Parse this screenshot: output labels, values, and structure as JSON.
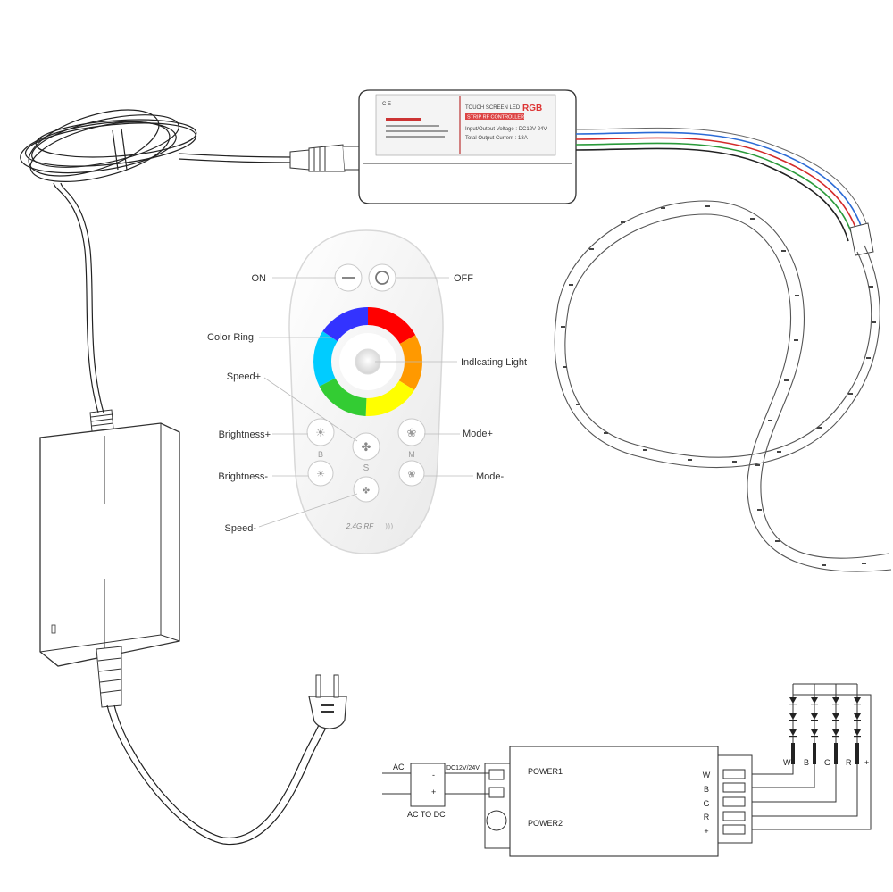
{
  "remote": {
    "labels": {
      "on": "ON",
      "off": "OFF",
      "color_ring": "Color Ring",
      "indicating_light": "Indlcating Light",
      "speed_plus": "Speed+",
      "brightness_plus": "Brightness+",
      "mode_plus": "Mode+",
      "brightness_minus": "Brightness-",
      "mode_minus": "Mode-",
      "speed_minus": "Speed-"
    },
    "button_letters": {
      "b": "B",
      "s": "S",
      "m": "M"
    },
    "brand": "2.4G RF"
  },
  "controller_box": {
    "title_line": "TOUCH SCREEN LED",
    "title_rgb": "RGB",
    "subtitle": "STRIP RF CONTROLLER",
    "voltage": "Input/Output Voltage : DC12V-24V",
    "current": "Total Output Current : 18A"
  },
  "schematic": {
    "ac": "AC",
    "ac_to_dc": "AC TO DC",
    "dc_label": "DC12V/24V",
    "minus": "-",
    "plus": "+",
    "power1": "POWER1",
    "power2": "POWER2",
    "channels": [
      "W",
      "B",
      "G",
      "R",
      "+"
    ],
    "strip_terminals": [
      "W",
      "B",
      "G",
      "R",
      "+"
    ]
  }
}
